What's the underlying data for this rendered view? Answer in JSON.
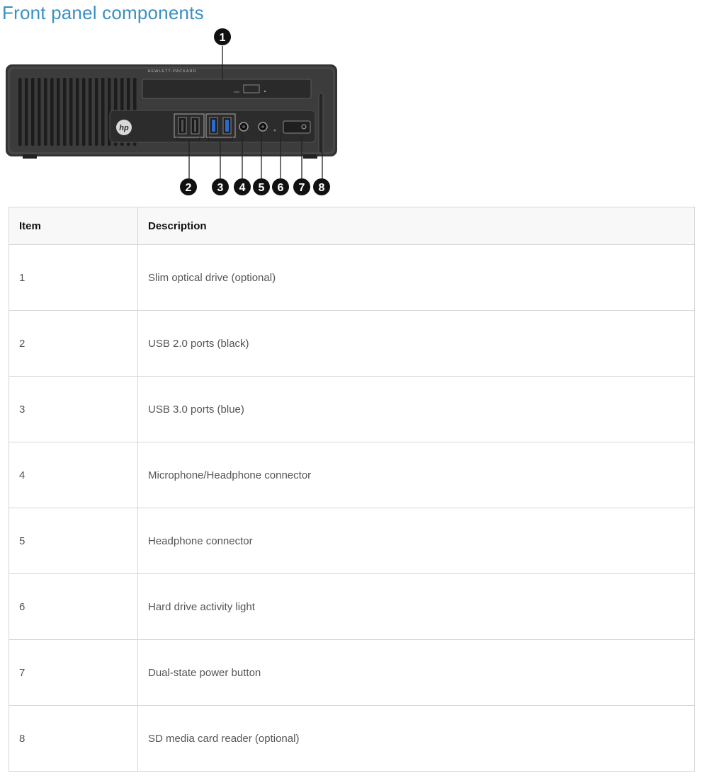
{
  "page": {
    "title": "Front panel components"
  },
  "figure": {
    "brand_label": "HEWLETT-PACKARD",
    "logo_text": "hp",
    "callouts": [
      "1",
      "2",
      "3",
      "4",
      "5",
      "6",
      "7",
      "8"
    ],
    "colors": {
      "chassis": "#3d3d3d",
      "accent_usb3": "#2a6bd1",
      "callout": "#111111",
      "title": "#3a8fc3"
    }
  },
  "table": {
    "headers": {
      "item": "Item",
      "description": "Description"
    },
    "rows": [
      {
        "item": "1",
        "description": "Slim optical drive (optional)"
      },
      {
        "item": "2",
        "description": "USB 2.0 ports (black)"
      },
      {
        "item": "3",
        "description": "USB 3.0 ports (blue)"
      },
      {
        "item": "4",
        "description": "Microphone/Headphone connector"
      },
      {
        "item": "5",
        "description": "Headphone connector"
      },
      {
        "item": "6",
        "description": "Hard drive activity light"
      },
      {
        "item": "7",
        "description": "Dual-state power button"
      },
      {
        "item": "8",
        "description": "SD media card reader (optional)"
      }
    ]
  }
}
